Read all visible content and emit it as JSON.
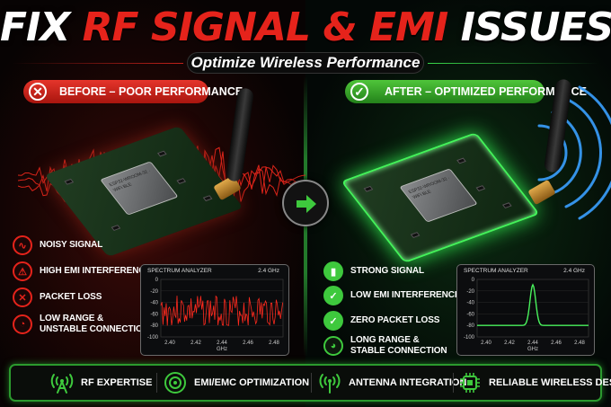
{
  "header": {
    "title_part1": "FIX ",
    "title_part2": "RF SIGNAL & EMI",
    "title_part3": " ISSUES",
    "subtitle": "Optimize Wireless Performance"
  },
  "before": {
    "label": "BEFORE – POOR PERFORMANCE",
    "status_icon": "x-circle-icon",
    "chip_text": "ESP32-WROOM-32 · WiFi BLE",
    "features": [
      {
        "icon": "noise-icon",
        "text": "NOISY SIGNAL"
      },
      {
        "icon": "warning-icon",
        "text": "HIGH EMI INTERFERENCE"
      },
      {
        "icon": "packet-loss-icon",
        "text": "PACKET LOSS"
      },
      {
        "icon": "gauge-low-icon",
        "text": "LOW RANGE &",
        "text2": "UNSTABLE CONNECTION"
      }
    ]
  },
  "after": {
    "label": "AFTER – OPTIMIZED PERFORMANCE",
    "status_icon": "check-circle-icon",
    "chip_text": "ESP32-WROOM-32 · WiFi BLE",
    "features": [
      {
        "icon": "signal-bars-icon",
        "text": "STRONG SIGNAL"
      },
      {
        "icon": "shield-check-icon",
        "text": "LOW EMI INTERFERENCE"
      },
      {
        "icon": "check-icon",
        "text": "ZERO PACKET LOSS"
      },
      {
        "icon": "gauge-high-icon",
        "text": "LONG RANGE &",
        "text2": "STABLE CONNECTION"
      }
    ]
  },
  "spectrum_before": {
    "title": "SPECTRUM ANALYZER",
    "band": "2.4 GHz",
    "y_ticks": [
      "0",
      "-20",
      "-40",
      "-60",
      "-80",
      "-100"
    ],
    "x_ticks": [
      "2.40",
      "2.42",
      "2.44",
      "2.46",
      "2.48"
    ],
    "x_unit": "GHz"
  },
  "spectrum_after": {
    "title": "SPECTRUM ANALYZER",
    "band": "2.4 GHz",
    "y_ticks": [
      "0",
      "-20",
      "-40",
      "-60",
      "-80",
      "-100"
    ],
    "x_ticks": [
      "2.40",
      "2.42",
      "2.44",
      "2.46",
      "2.48"
    ],
    "x_unit": "GHz"
  },
  "bottom_bar": [
    {
      "icon": "antenna-tower-icon",
      "text": "RF EXPERTISE"
    },
    {
      "icon": "target-icon",
      "text": "EMI/EMC OPTIMIZATION"
    },
    {
      "icon": "antenna-waves-icon",
      "text": "ANTENNA INTEGRATION"
    },
    {
      "icon": "chip-icon",
      "text": "RELIABLE WIRELESS DESIGN"
    }
  ],
  "colors": {
    "accent_red": "#e5231b",
    "accent_green": "#3ec93d",
    "noise_red": "#ff2a1e",
    "signal_green": "#49f25c"
  }
}
